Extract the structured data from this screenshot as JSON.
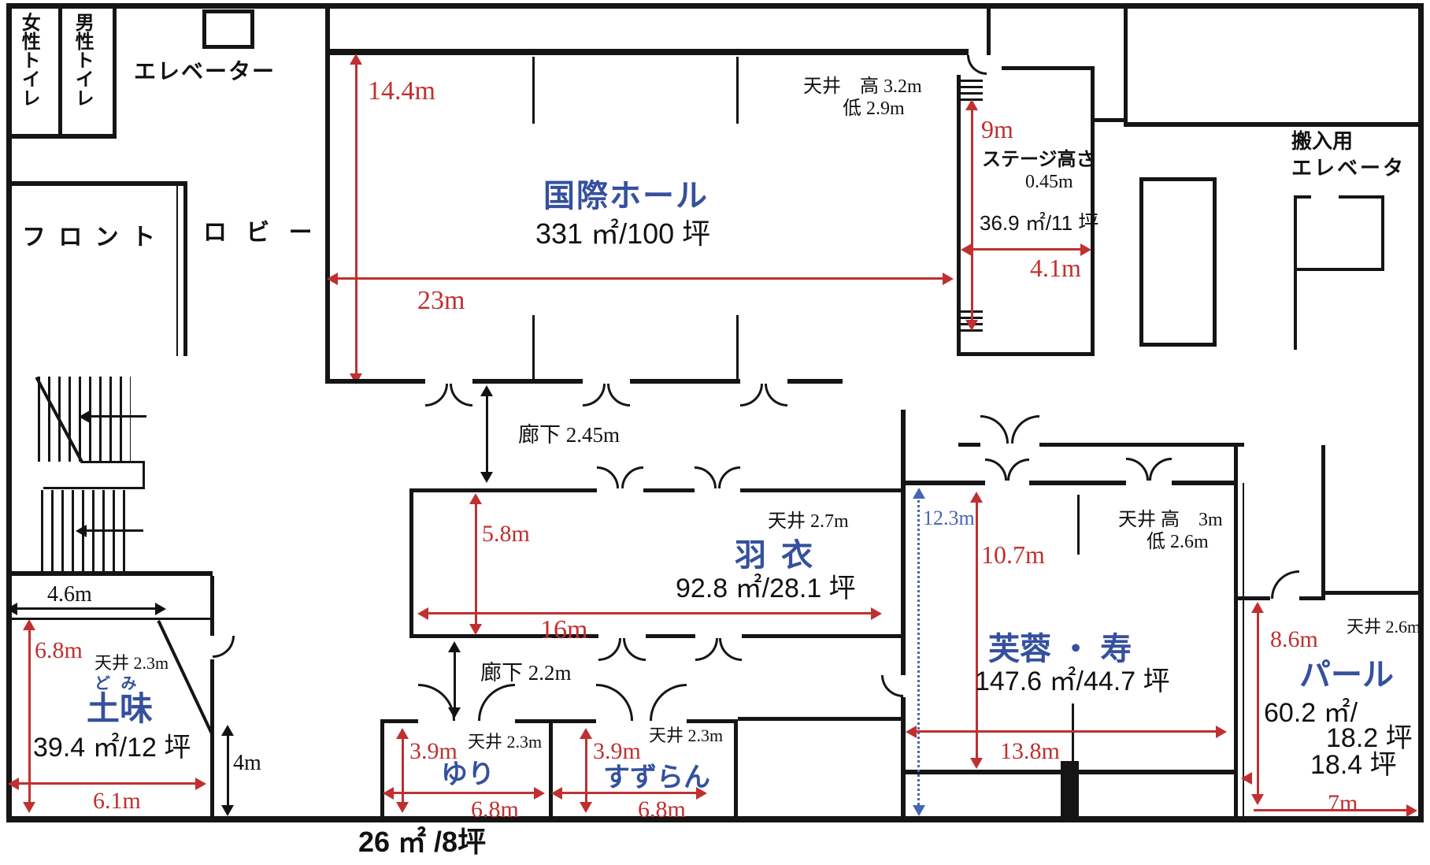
{
  "floor_plan": {
    "facilities": {
      "toilet_female": "女性トイレ",
      "toilet_male": "男性トイレ",
      "elevator": "エレベーター",
      "lobby": "ロ ビ ー",
      "front_desk": "フ ロ ン ト",
      "service_elevator_line1": "搬入用",
      "service_elevator_line2": "エレベータ"
    },
    "rooms": {
      "kokusai": {
        "name": "国際ホール",
        "area": "331 ㎡/100 坪",
        "width": "23m",
        "depth": "14.4m",
        "ceiling_line1": "天井　高 3.2m",
        "ceiling_line2": "低 2.9m"
      },
      "stage": {
        "label": "ステージ高さ",
        "stage_height": "0.45m",
        "area": "36.9 ㎡/11 坪",
        "width": "4.1m",
        "depth": "9m"
      },
      "hagoromo": {
        "name": "羽 衣",
        "area": "92.8 ㎡/28.1 坪",
        "width": "16m",
        "depth": "5.8m",
        "ceiling": "天井 2.7m"
      },
      "fuyo_kotobuki": {
        "name": "芙蓉 ・ 寿",
        "area": "147.6 ㎡/44.7 坪",
        "width": "13.8m",
        "depth": "10.7m",
        "span": "12.3m",
        "ceiling_line1": "天井 高　3m",
        "ceiling_line2": "低 2.6m"
      },
      "pearl": {
        "name": "パール",
        "area_line1": "60.2 ㎡/",
        "area_line2": "18.2 坪",
        "area_line3": "18.4 坪",
        "width": "7m",
        "depth": "8.6m",
        "ceiling": "天井 2.6m"
      },
      "domi": {
        "name": "土味",
        "furigana": "ど み",
        "area": "39.4 ㎡/12 坪",
        "width": "6.1m",
        "depth": "6.8m",
        "top_width": "4.6m",
        "side_depth": "4m",
        "ceiling": "天井 2.3m"
      },
      "yuri": {
        "name": "ゆり",
        "width": "6.8m",
        "depth": "3.9m",
        "ceiling": "天井 2.3m"
      },
      "suzuran": {
        "name": "すずらん",
        "width": "6.8m",
        "depth": "3.9m",
        "ceiling": "天井 2.3m"
      }
    },
    "corridors": {
      "main": "廊下 2.45m",
      "south": "廊下 2.2m"
    },
    "footer_area": "26 ㎡ /8坪",
    "colors": {
      "dimension_red": "#c03030",
      "room_name_blue": "#35509e",
      "wall_black": "#151515",
      "dotted_blue": "#4565b5"
    }
  }
}
